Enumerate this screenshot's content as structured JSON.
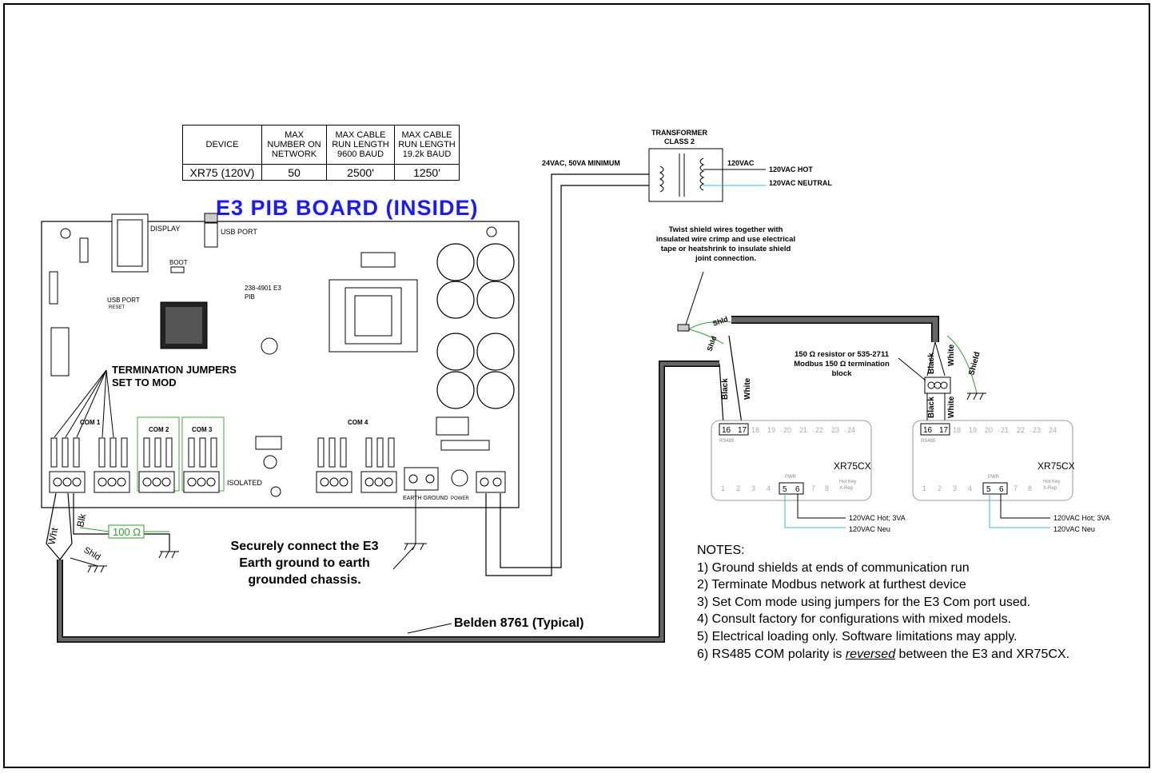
{
  "spec_table": {
    "headers": [
      "DEVICE",
      "MAX NUMBER ON NETWORK",
      "MAX CABLE RUN LENGTH 9600 BAUD",
      "MAX CABLE RUN LENGTH 19.2k BAUD"
    ],
    "row": [
      "XR75 (120V)",
      "50",
      "2500'",
      "1250'"
    ]
  },
  "board": {
    "title": "E3 PIB BOARD (INSIDE)",
    "display": "DISPLAY",
    "usb_port_top": "USB PORT",
    "boot": "BOOT",
    "usb_port_side": "USB PORT",
    "reset": "RESET",
    "part_label": "238-4901 E3",
    "pib": "PIB",
    "com1": "COM 1",
    "com2": "COM 2",
    "com3": "COM 3",
    "com4": "COM 4",
    "isolated": "ISOLATED",
    "earth_ground": "EARTH GROUND",
    "power": "POWER"
  },
  "termination": [
    "TERMINATION JUMPERS",
    "SET TO MOD"
  ],
  "transformer": {
    "title": "TRANSFORMER",
    "class": "CLASS 2",
    "secondary": "24VAC, 50VA MINIMUM",
    "primary": "120VAC",
    "hot": "120VAC HOT",
    "neutral": "120VAC NEUTRAL"
  },
  "twist_note": "Twist shield wires together with insulated wire crimp and use electrical tape or heatshrink to insulate shield joint connection.",
  "resistor_note": "150 Ω resistor or 535-2711 Modbus 150 Ω termination block",
  "wires": {
    "black": "Black",
    "white": "White",
    "shield": "Shield",
    "shld": "Shld",
    "wht": "Wht",
    "blk": "Blk"
  },
  "resistor": "100 Ω",
  "earth_note": "Securely connect the E3 Earth ground to earth grounded chassis.",
  "cable": "Belden 8761 (Typical)",
  "xr75": {
    "model": "XR75CX",
    "rs485": "RS485",
    "pwr": "PWR",
    "hot_key": "Hot Key",
    "x_rep": "X-Rep",
    "top_terminals": [
      "16",
      "17",
      "18",
      "19",
      "20",
      "21",
      "22",
      "23",
      "24"
    ],
    "bottom_terminals": [
      "1",
      "2",
      "3",
      "4",
      "5",
      "6",
      "7",
      "8"
    ],
    "power_hot": "120VAC Hot; 3VA",
    "power_neu": "120VAC Neu",
    "power_hot_2": "120VAC Hot; 3VA",
    "power_neu_2": "120VAC Neu"
  },
  "notes": {
    "title": "NOTES:",
    "items": [
      "1) Ground shields at ends of communication run",
      "2) Terminate Modbus network at furthest device",
      "3) Set Com mode using jumpers for the E3 Com port used.",
      "4) Consult factory for configurations with mixed models.",
      "5) Electrical loading only.  Software limitations may apply."
    ],
    "item6_pre": "6) RS485 COM polarity is ",
    "item6_em": "reversed",
    "item6_post": " between the E3 and XR75CX."
  },
  "colors": {
    "title": "#1a1aff",
    "cable": "#666666",
    "shield": "#2e9e2e",
    "neutral": "#33bbdd"
  }
}
